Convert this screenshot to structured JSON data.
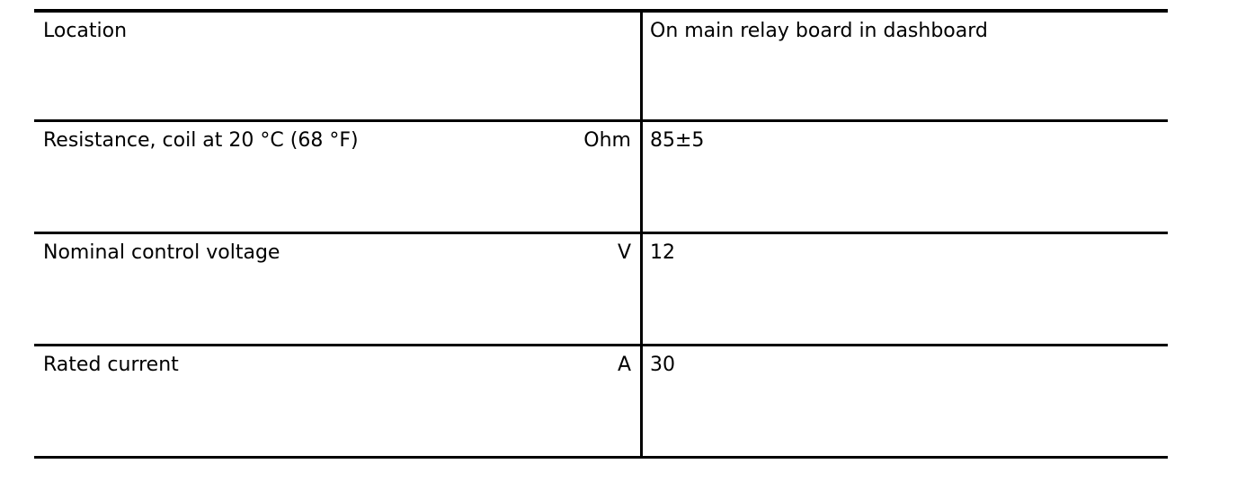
{
  "table": {
    "rows": [
      {
        "parameter": "Location",
        "unit": "",
        "value": "On main relay board in dashboard"
      },
      {
        "parameter": "Resistance, coil at 20 °C (68 °F)",
        "unit": "Ohm",
        "value": "85±5"
      },
      {
        "parameter": "Nominal control voltage",
        "unit": "V",
        "value": "12"
      },
      {
        "parameter": "Rated current",
        "unit": "A",
        "value": "30"
      }
    ]
  },
  "colors": {
    "text": "#000000",
    "border": "#000000",
    "background": "#ffffff"
  }
}
